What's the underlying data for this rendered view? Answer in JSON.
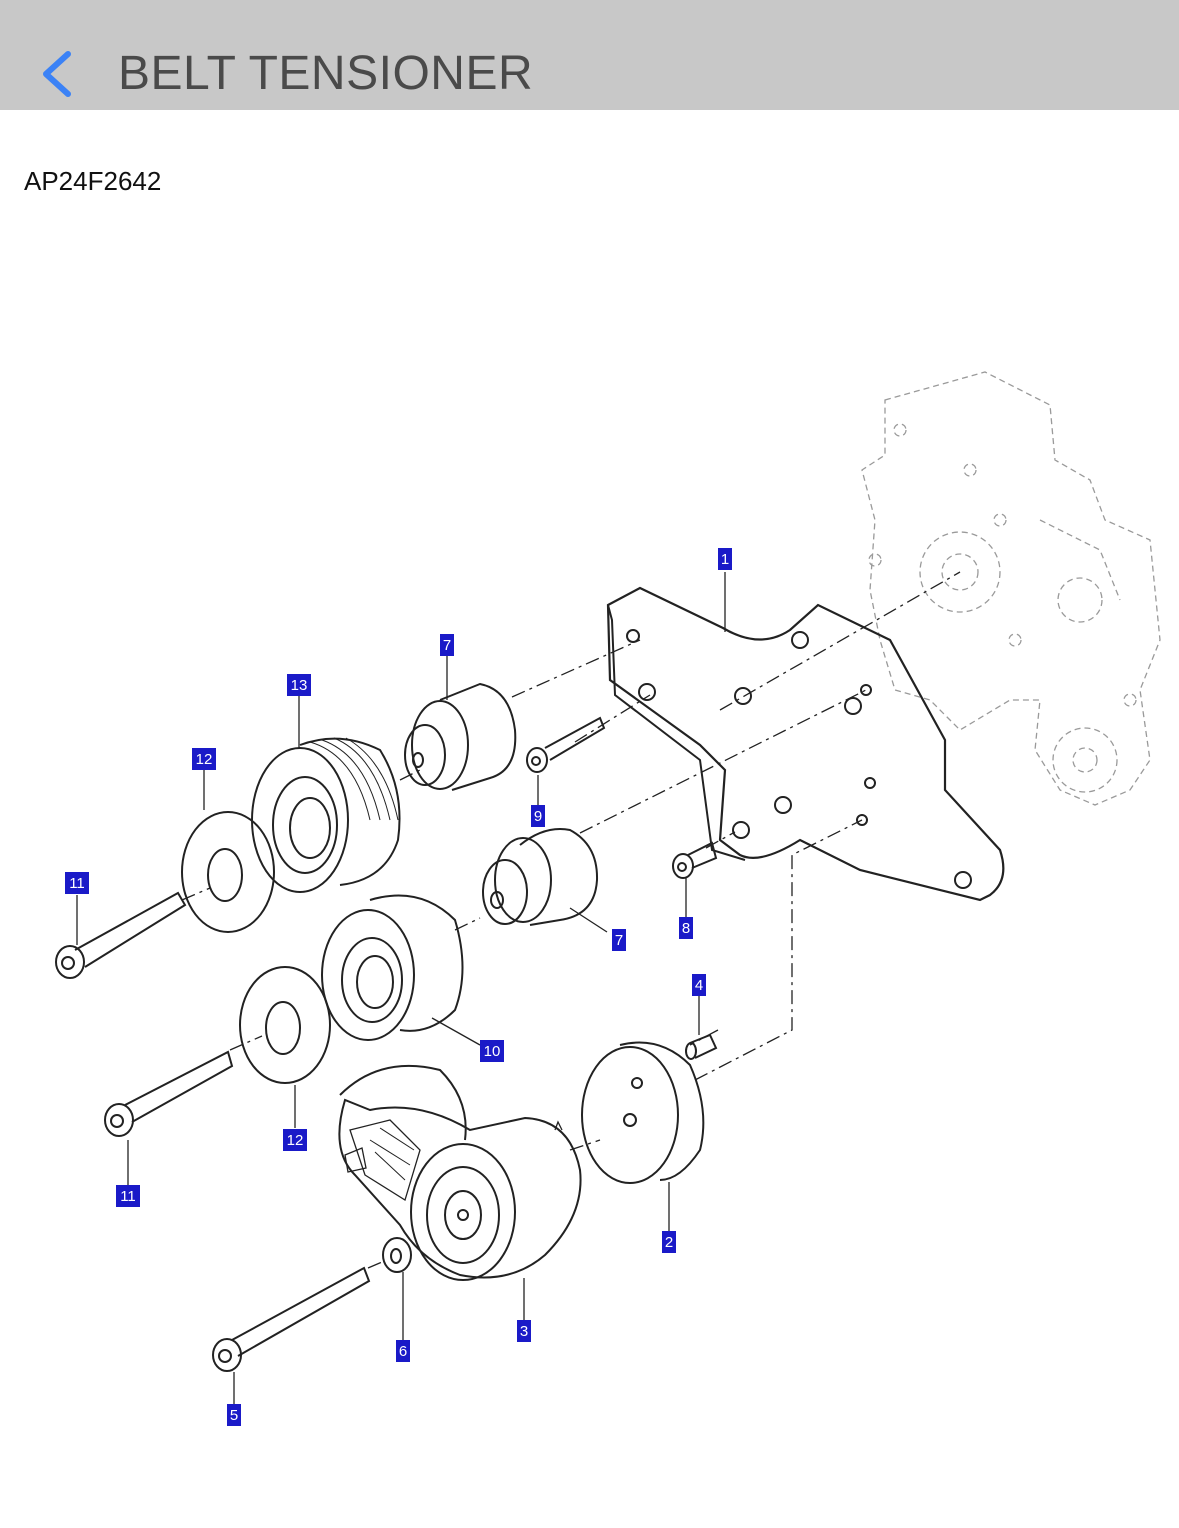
{
  "header": {
    "title": "BELT TENSIONER",
    "back_icon": "chevron-left-icon",
    "accent_color": "#3b82f6",
    "background_color": "#c8c8c8"
  },
  "part_code": "AP24F2642",
  "diagram": {
    "callout_color": "#1a1ac8",
    "callouts": [
      {
        "label": "1"
      },
      {
        "label": "7"
      },
      {
        "label": "13"
      },
      {
        "label": "12"
      },
      {
        "label": "9"
      },
      {
        "label": "11"
      },
      {
        "label": "7"
      },
      {
        "label": "8"
      },
      {
        "label": "4"
      },
      {
        "label": "10"
      },
      {
        "label": "12"
      },
      {
        "label": "11"
      },
      {
        "label": "2"
      },
      {
        "label": "3"
      },
      {
        "label": "6"
      },
      {
        "label": "5"
      }
    ]
  }
}
